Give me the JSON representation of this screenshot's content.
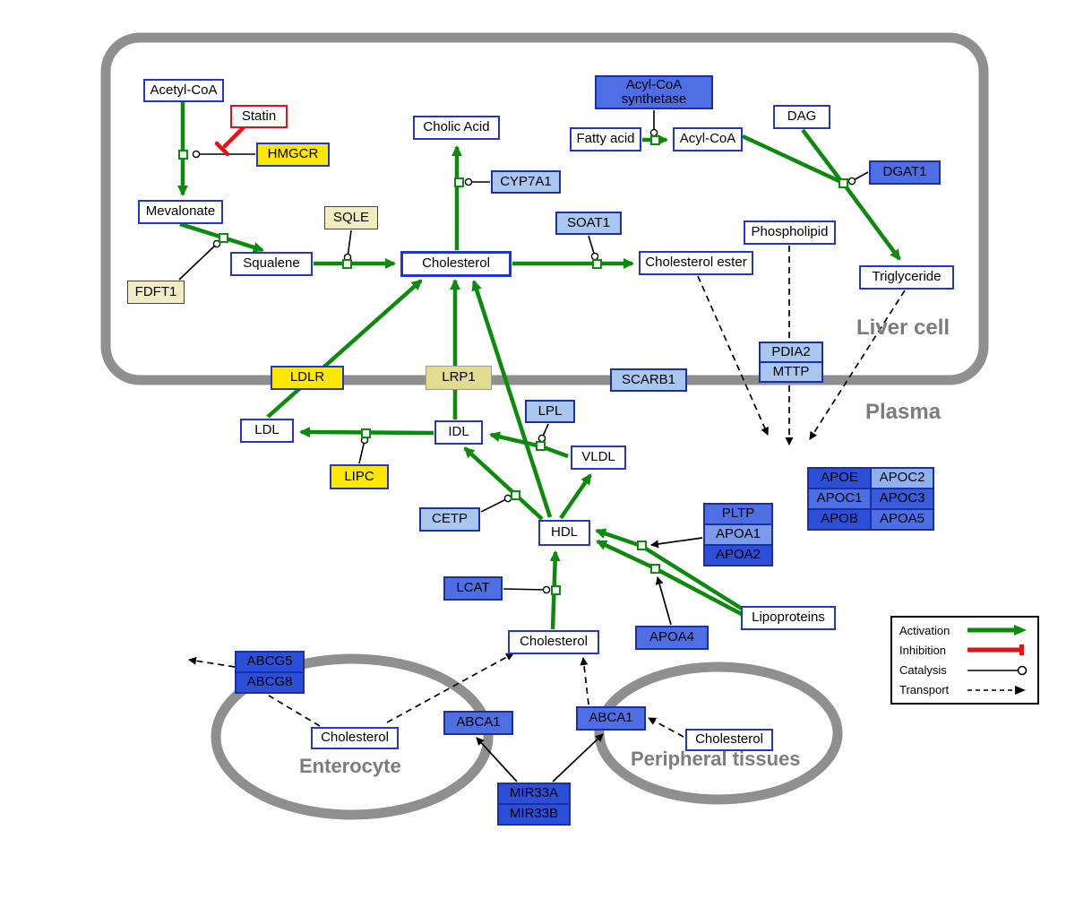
{
  "regions": {
    "liver": "Liver cell",
    "plasma": "Plasma",
    "enterocyte": "Enterocyte",
    "peripheral": "Peripheral tissues"
  },
  "nodes": {
    "acetyl_coa": "Acetyl-CoA",
    "statin": "Statin",
    "hmgcr": "HMGCR",
    "mevalonate": "Mevalonate",
    "fdft1": "FDFT1",
    "squalene": "Squalene",
    "sqle": "SQLE",
    "cholesterol_liver": "Cholesterol",
    "cholic_acid": "Cholic Acid",
    "cyp7a1": "CYP7A1",
    "soat1": "SOAT1",
    "cholesterol_ester": "Cholesterol ester",
    "acyl_coa_synthetase": "Acyl-CoA synthetase",
    "fatty_acid": "Fatty acid",
    "acyl_coa": "Acyl-CoA",
    "dag": "DAG",
    "dgat1": "DGAT1",
    "phospholipid": "Phospholipid",
    "triglyceride": "Triglyceride",
    "pdia2": "PDIA2",
    "mttp": "MTTP",
    "ldlr": "LDLR",
    "lrp1": "LRP1",
    "scarb1": "SCARB1",
    "ldl": "LDL",
    "idl": "IDL",
    "lpl": "LPL",
    "vldl": "VLDL",
    "lipc": "LIPC",
    "cetp": "CETP",
    "hdl": "HDL",
    "lcat": "LCAT",
    "pltp": "PLTP",
    "apoa1": "APOA1",
    "apoa2": "APOA2",
    "apoe": "APOE",
    "apoc2": "APOC2",
    "apoc1": "APOC1",
    "apoc3": "APOC3",
    "apob": "APOB",
    "apoa5": "APOA5",
    "lipoproteins": "Lipoproteins",
    "apoa4": "APOA4",
    "cholesterol_plasma": "Cholesterol",
    "abcg5": "ABCG5",
    "abcg8": "ABCG8",
    "cholesterol_enterocyte": "Cholesterol",
    "abca1_enterocyte": "ABCA1",
    "abca1_peripheral": "ABCA1",
    "cholesterol_peripheral": "Cholesterol",
    "mir33a": "MIR33A",
    "mir33b": "MIR33B"
  },
  "legend": {
    "activation": "Activation",
    "inhibition": "Inhibition",
    "catalysis": "Catalysis",
    "transport": "Transport"
  },
  "colors": {
    "activation_green": "#0b8a0b",
    "inhibition_red": "#e81010",
    "membrane_gray": "#8f8f8f",
    "gene_yellow": "#ffe800",
    "gene_blue": "#4d6fe3",
    "gene_dark_blue": "#2b4fd7",
    "gene_light_blue": "#a9c6ef",
    "node_border_blue": "#2136cc"
  }
}
